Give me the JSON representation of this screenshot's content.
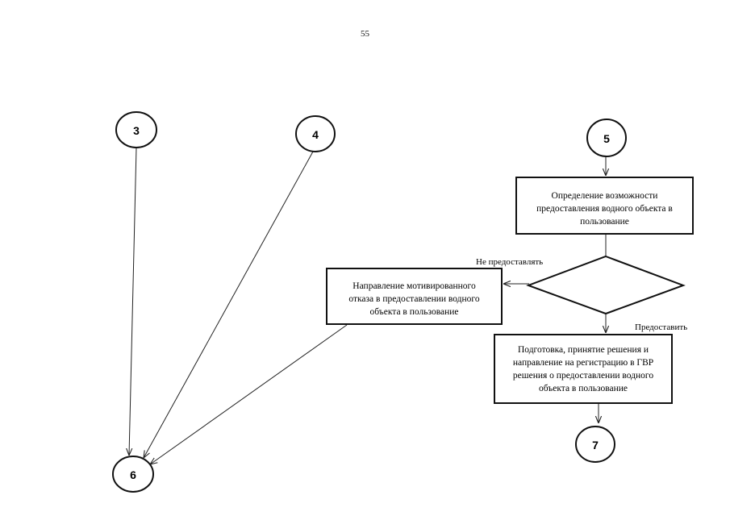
{
  "page_number": "55",
  "connectors": {
    "c3": "3",
    "c4": "4",
    "c5": "5",
    "c6": "6",
    "c7": "7"
  },
  "boxes": {
    "determine": [
      "Определение возможности",
      "предоставления водного объекта в",
      "пользование"
    ],
    "refusal": [
      "Направление мотивированного",
      "отказа в предоставлении водного",
      "объекта в пользование"
    ],
    "prepare": [
      "Подготовка, принятие решения и",
      "направление на регистрацию в ГВР",
      "решения о предоставлении водного",
      "объекта в пользование"
    ]
  },
  "edge_labels": {
    "no": "Не предоставлять",
    "yes": "Предоставить"
  }
}
